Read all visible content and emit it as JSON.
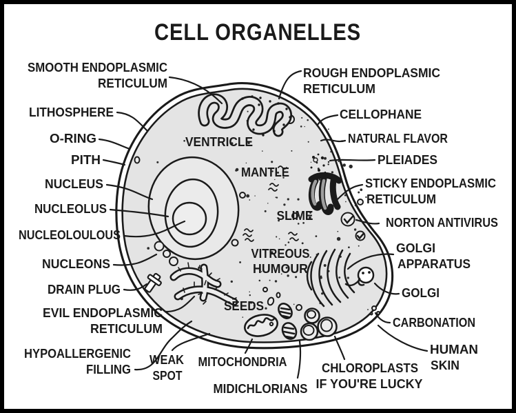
{
  "title": "CELL ORGANELLES",
  "colors": {
    "ink": "#1a1a1a",
    "paper": "#ffffff",
    "frame": "#000000",
    "cytoplasm": "#e4e4e4",
    "nucleus_fill": "#e9e9e9",
    "organelle_fill": "#ececec"
  },
  "labels": {
    "smooth_er_1": "SMOOTH ENDOPLASMIC",
    "smooth_er_2": "RETICULUM",
    "lithosphere": "LITHOSPHERE",
    "o_ring": "O-RING",
    "pith": "PITH",
    "nucleus": "NUCLEUS",
    "nucleolus": "NUCLEOLUS",
    "nucleoloulous": "NUCLEOLOULOUS",
    "nucleons": "NUCLEONS",
    "drain_plug": "DRAIN PLUG",
    "evil_er_1": "EVIL ENDOPLASMIC",
    "evil_er_2": "RETICULUM",
    "hypoallergenic_1": "HYPOALLERGENIC",
    "hypoallergenic_2": "FILLING",
    "weak_spot_1": "WEAK",
    "weak_spot_2": "SPOT",
    "mitochondria": "MITOCHONDRIA",
    "midichlorians": "MIDICHLORIANS",
    "chloroplasts_1": "CHLOROPLASTS",
    "chloroplasts_2": "IF YOU'RE LUCKY",
    "rough_er_1": "ROUGH ENDOPLASMIC",
    "rough_er_2": "RETICULUM",
    "cellophane": "CELLOPHANE",
    "natural_flavor": "NATURAL FLAVOR",
    "pleiades": "PLEIADES",
    "sticky_er_1": "STICKY ENDOPLASMIC",
    "sticky_er_2": "RETICULUM",
    "norton_antivirus": "NORTON ANTIVIRUS",
    "golgi_apparatus_1": "GOLGI",
    "golgi_apparatus_2": "APPARATUS",
    "golgi": "GOLGI",
    "carbonation": "CARBONATION",
    "human_skin_1": "HUMAN",
    "human_skin_2": "SKIN",
    "ventricle": "VENTRICLE",
    "mantle": "MANTLE",
    "slime": "SLIME",
    "vitreous_1": "VITREOUS",
    "vitreous_2": "HUMOUR",
    "seeds": "SEEDS"
  }
}
